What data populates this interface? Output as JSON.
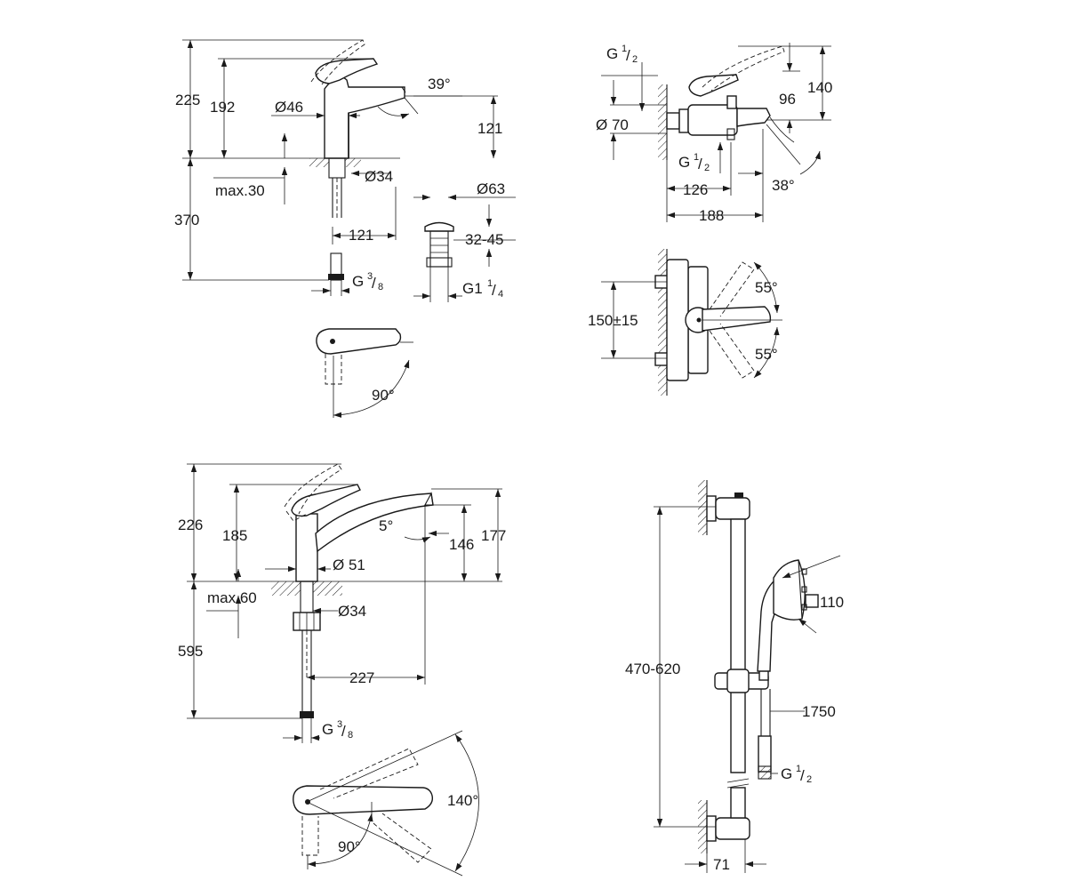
{
  "view_basin_tap": {
    "total_height": "225",
    "handle_height": "192",
    "spout_angle": "39°",
    "body_diameter": "Ø46",
    "spout_height": "121",
    "hole_diameter": "Ø34",
    "max_deck": "max.30",
    "below_deck": "370",
    "projection": "121",
    "waste_diameter": "Ø63",
    "waste_range": "32-45",
    "thread_g": "G",
    "thread_g_num": "3",
    "thread_g_den": "8",
    "waste_thread_prefix": "G1",
    "waste_thread_num": "1",
    "waste_thread_den": "4",
    "rotation": "90°"
  },
  "view_bath_mixer": {
    "inlet_g": "G",
    "inlet_g_num": "1",
    "inlet_g_den": "2",
    "height_140": "140",
    "height_96": "96",
    "inlet_diameter": "Ø 70",
    "outlet_g": "G",
    "outlet_g_num": "1",
    "outlet_g_den": "2",
    "depth_126": "126",
    "depth_188": "188",
    "spout_angle": "38°",
    "centres": "150±15",
    "lever_up": "55°",
    "lever_down": "55°"
  },
  "view_sink_mixer": {
    "total_height": "226",
    "handle_height": "185",
    "spout_angle": "5°",
    "outlet_height": "146",
    "spout_height": "177",
    "body_diameter": "Ø 51",
    "max_deck": "max.60",
    "hole_diameter": "Ø34",
    "below_deck": "595",
    "projection": "227",
    "thread_g": "G",
    "thread_g_num": "3",
    "thread_g_den": "8",
    "swivel": "140°",
    "rotation": "90°"
  },
  "view_shower_set": {
    "rail_range": "470-620",
    "head_size": "110",
    "hose_length": "1750",
    "hose_g": "G",
    "hose_g_num": "1",
    "hose_g_den": "2",
    "wall_offset": "71"
  }
}
